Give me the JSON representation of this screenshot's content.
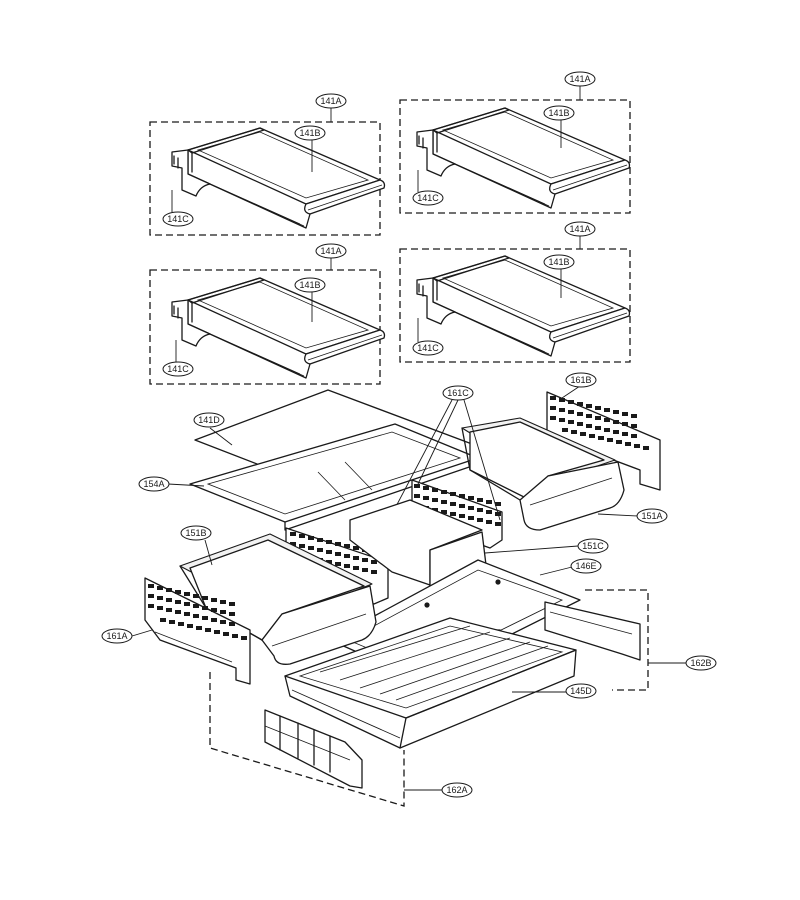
{
  "callouts": {
    "c141a_1": "141A",
    "c141b_1": "141B",
    "c141c_1": "141C",
    "c141a_2": "141A",
    "c141b_2": "141B",
    "c141c_2": "141C",
    "c141a_3": "141A",
    "c141b_3": "141B",
    "c141c_3": "141C",
    "c141a_4": "141A",
    "c141b_4": "141B",
    "c141c_4": "141C",
    "c141d": "141D",
    "c154a": "154A",
    "c161c": "161C",
    "c161b": "161B",
    "c151a": "151A",
    "c151b": "151B",
    "c151c": "151C",
    "c146e": "146E",
    "c161a": "161A",
    "c162b": "162B",
    "c145d": "145D",
    "c162a": "162A"
  }
}
